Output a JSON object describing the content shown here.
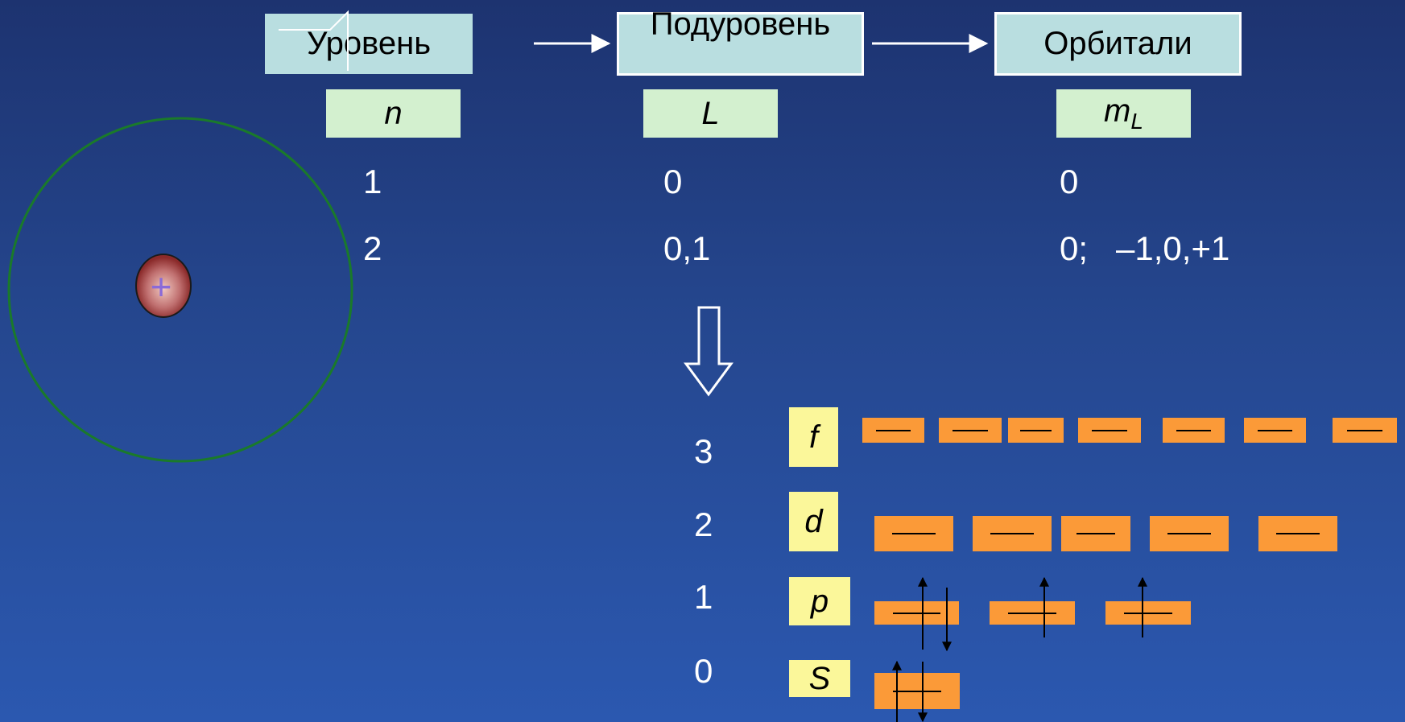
{
  "header": {
    "level": "Уровень",
    "sublevel": "Подуровень",
    "orbitals": "Орбитали"
  },
  "quantum_numbers": {
    "n": "n",
    "L": "L",
    "mL_base": "m",
    "mL_sub": "L"
  },
  "rows": [
    {
      "n": "1",
      "L": "0",
      "mL": "0"
    },
    {
      "n": "2",
      "L": "0,1",
      "mL": "0;   –1,0,+1"
    }
  ],
  "nucleus": {
    "symbol": "+"
  },
  "sublevels": [
    {
      "L_value": "3",
      "letter": "f",
      "orbital_count": 7
    },
    {
      "L_value": "2",
      "letter": "d",
      "orbital_count": 5
    },
    {
      "L_value": "1",
      "letter": "p",
      "orbital_count": 3
    },
    {
      "L_value": "0",
      "letter": "S",
      "orbital_count": 1
    }
  ],
  "electrons": {
    "s": [
      "up",
      "down"
    ],
    "p": [
      [
        "up",
        "down"
      ],
      [
        "up"
      ],
      [
        "up"
      ]
    ]
  },
  "colors": {
    "background_top": "#1d3370",
    "background_bottom": "#2b58b0",
    "header_box": "#b9dee0",
    "quantum_box": "#d3f0cf",
    "letter_box": "#fbf79a",
    "orbital": "#fb9a38",
    "orbit_ring": "#1a7a2a",
    "nucleus": "#8b2a2a"
  }
}
